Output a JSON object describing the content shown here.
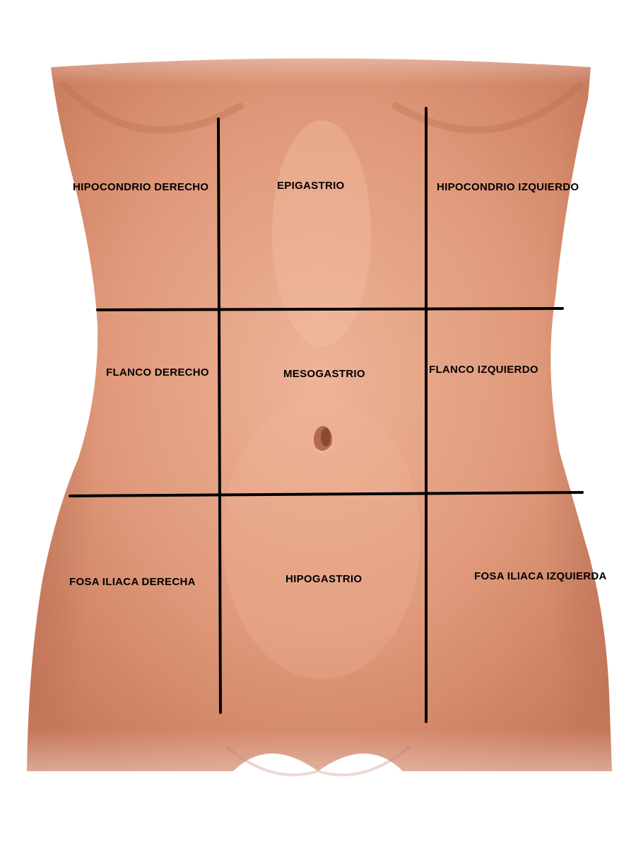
{
  "diagram": {
    "colors": {
      "skin_light": "#e8a88a",
      "skin_mid": "#d88f70",
      "skin_dark": "#c47658",
      "line": "#000000",
      "background": "#ffffff"
    },
    "regions": {
      "hipocondrio_derecho": "HIPOCONDRIO DERECHO",
      "epigastrio": "EPIGASTRIO",
      "hipocondrio_izquierdo": "HIPOCONDRIO IZQUIERDO",
      "flanco_derecho": "FLANCO DERECHO",
      "mesogastrio": "MESOGASTRIO",
      "flanco_izquierdo": "FLANCO IZQUIERDO",
      "fosa_iliaca_derecha": "FOSA ILIACA DERECHA",
      "hipogastrio": "HIPOGASTRIO",
      "fosa_iliaca_izquierda": "FOSA ILIACA IZQUIERDA"
    }
  }
}
